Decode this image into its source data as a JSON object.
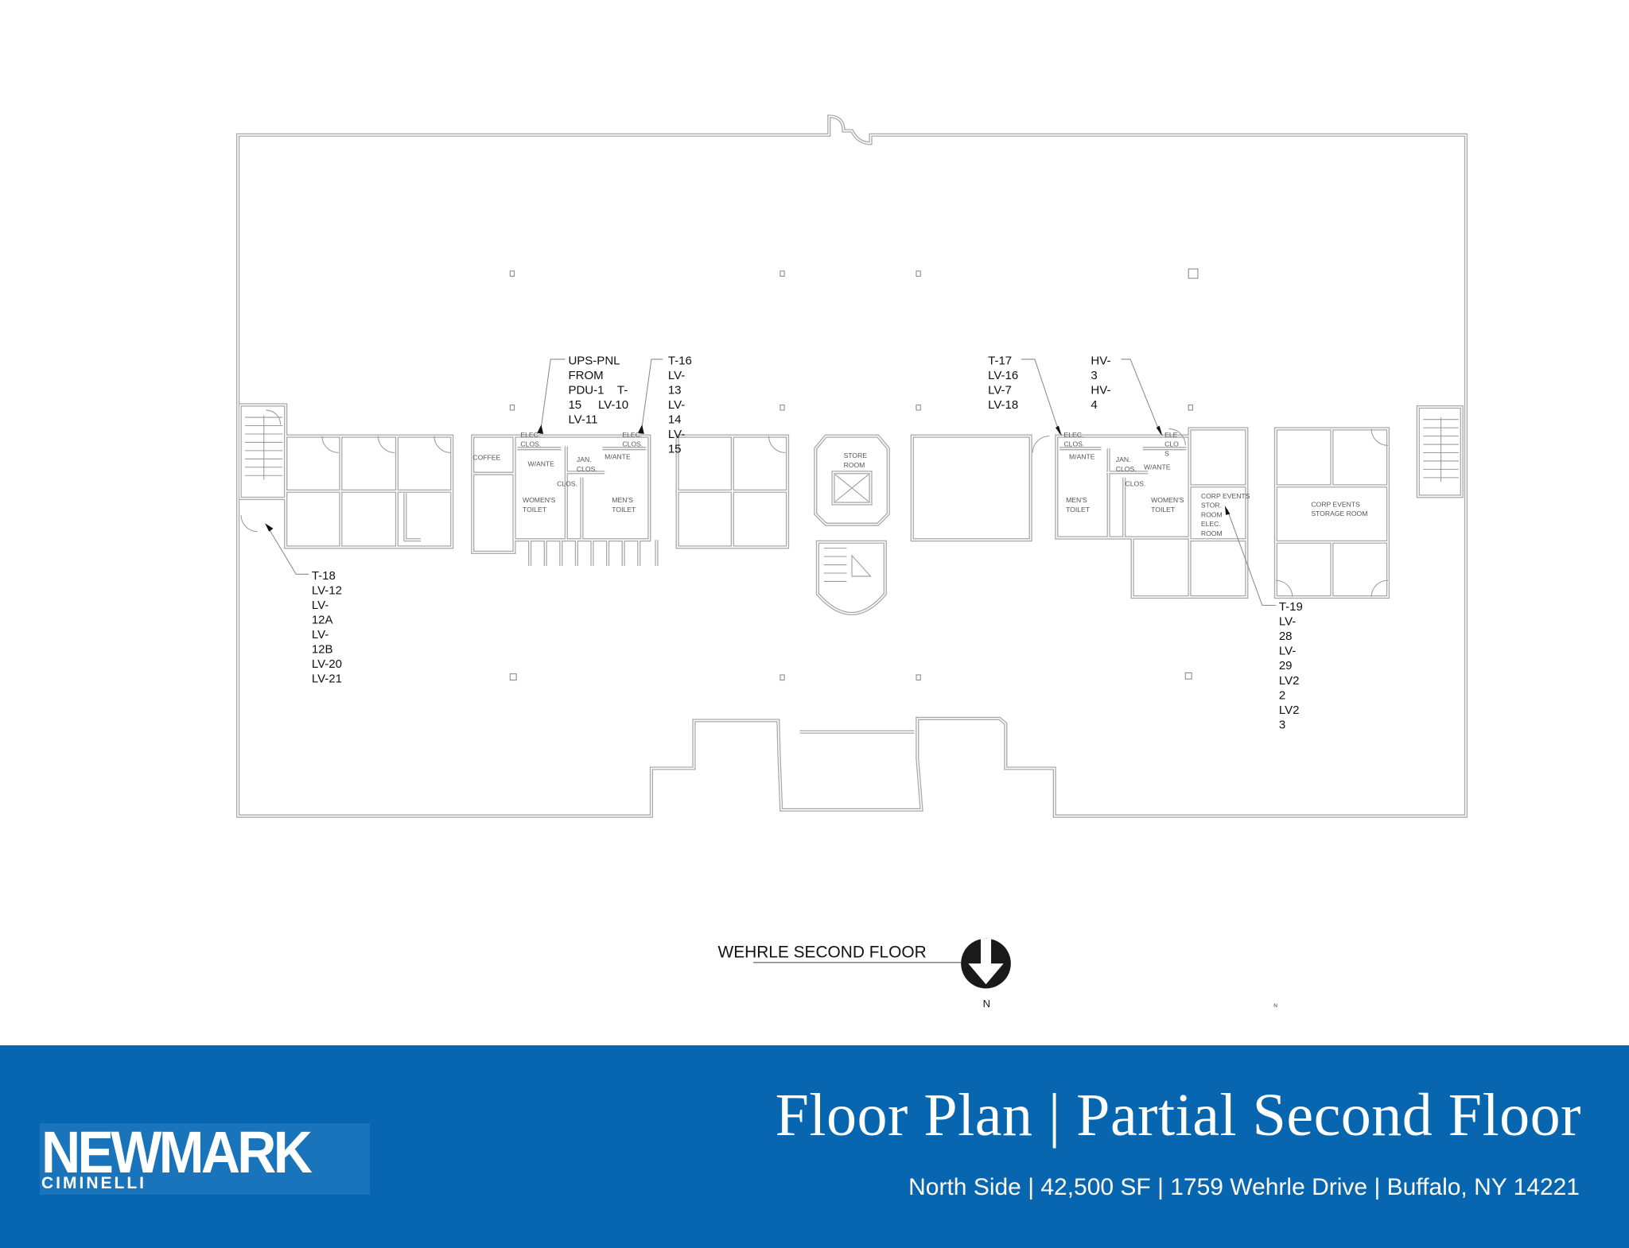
{
  "plan": {
    "caption": "WEHRLE SECOND FLOOR",
    "north_label": "N",
    "north_label_small": "N",
    "callouts": [
      {
        "id": "ups",
        "lines": [
          "UPS-PNL",
          "FROM",
          "PDU-1    T-",
          "15     LV-10",
          "LV-11"
        ]
      },
      {
        "id": "t16",
        "lines": [
          "T-16",
          "LV-",
          "13",
          "LV-",
          "14",
          "LV-",
          "15"
        ]
      },
      {
        "id": "t17",
        "lines": [
          "T-17",
          "LV-16",
          "LV-7",
          "LV-18"
        ]
      },
      {
        "id": "hv",
        "lines": [
          "HV-",
          "3",
          "HV-",
          "4"
        ]
      },
      {
        "id": "t18",
        "lines": [
          "T-18",
          "LV-12",
          "LV-",
          "12A",
          "LV-",
          "12B",
          "LV-20",
          "LV-21"
        ]
      },
      {
        "id": "t19",
        "lines": [
          "T-19",
          "LV-",
          "28",
          "LV-",
          "29",
          "LV2",
          "2",
          "LV2",
          "3"
        ]
      }
    ],
    "rooms": {
      "coffee": "COFFEE",
      "elec_l1": "ELEC.",
      "clos_l1": "CLOS.",
      "elec_l2": "ELEC.",
      "clos_l2": "CLOS.",
      "wante_l": "W/ANTE",
      "mante_l": "M/ANTE",
      "jan_l1": "JAN.",
      "jan_l2": "CLOS.",
      "clos_l": "CLOS.",
      "women_l1": "WOMEN'S",
      "women_l2": "TOILET",
      "men_l1": "MEN'S",
      "men_l2": "TOILET",
      "store1": "STORE",
      "store2": "ROOM",
      "elec_r1": "ELEC.",
      "clos_r1": "CLOS.",
      "elec_r2": "ELE",
      "clos_r2": "CLO",
      "clos_r3": "S",
      "mante_r": "M/ANTE",
      "wante_r": "W/ANTE",
      "jan_r1": "JAN.",
      "jan_r2": "CLOS.",
      "clos_r": "CLOS.",
      "men_r1": "MEN'S",
      "men_r2": "TOILET",
      "women_r1": "WOMEN'S",
      "women_r2": "TOILET",
      "corp1": "CORP EVENTS",
      "corp2": "STOR.",
      "corp3": "ROOM",
      "corp4": "ELEC.",
      "corp5": "ROOM",
      "corpb1": "CORP EVENTS",
      "corpb2": "STORAGE ROOM"
    }
  },
  "footer": {
    "title": "Floor Plan | Partial Second Floor",
    "subtitle": "North Side | 42,500 SF | 1759 Wehrle Drive | Buffalo, NY 14221",
    "logo_main": "NEWMARK",
    "logo_sub": "CIMINELLI",
    "brand_color": "#0866b0"
  }
}
